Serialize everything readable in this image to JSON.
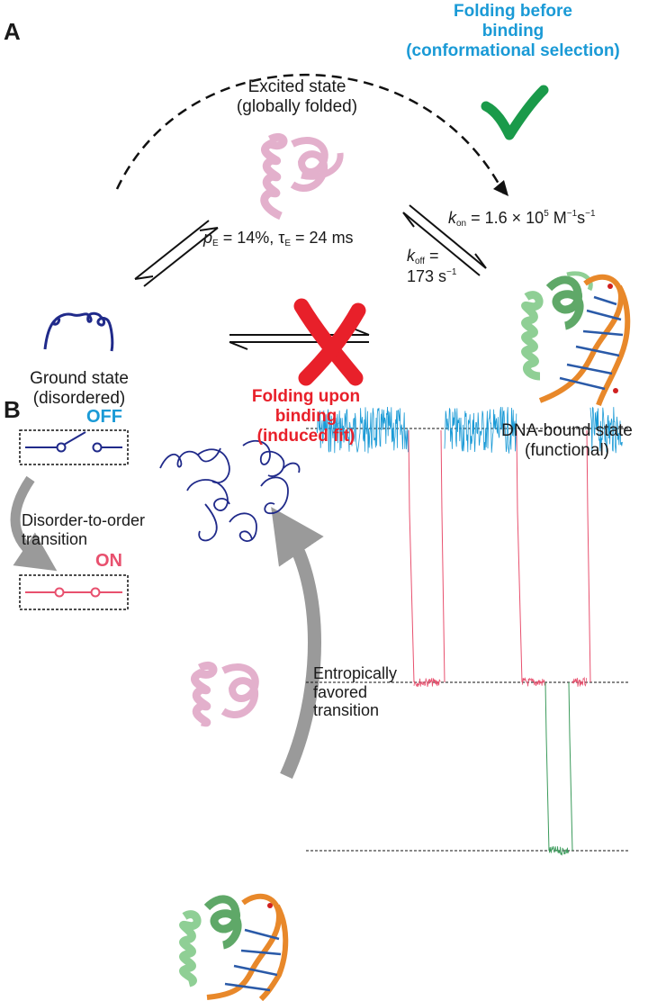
{
  "panel_a": {
    "letter": "A",
    "conformational_selection": [
      "Folding before",
      "binding",
      "(conformational selection)"
    ],
    "excited_state": [
      "Excited state",
      "(globally folded)"
    ],
    "pE_symbol": "p",
    "pE_sub": "E",
    "pE_value": " = 14%, ",
    "tau_symbol": "τ",
    "tau_sub": "E",
    "tau_value": " = 24 ms",
    "kon_symbol": "k",
    "kon_sub": "on",
    "kon_value": " = 1.6 × 10",
    "kon_exp": "5",
    "kon_units_m": " M",
    "kon_units_m_exp": "−1",
    "kon_units_s": "s",
    "kon_units_s_exp": "−1",
    "koff_symbol": "k",
    "koff_sub": "off",
    "koff_eq": " =",
    "koff_value": "173 s",
    "koff_exp": "−1",
    "ground_state": [
      "Ground state",
      "(disordered)"
    ],
    "induced_fit": [
      "Folding upon",
      "binding",
      "(induced fit)"
    ],
    "dna_bound": [
      "DNA-bound state",
      "(functional)"
    ]
  },
  "panel_b": {
    "letter": "B",
    "off_label": "OFF",
    "on_label": "ON",
    "disorder_to_order": [
      "Disorder-to-order",
      "transition"
    ],
    "entropic": [
      "Entropically",
      "favored",
      "transition"
    ]
  },
  "colors": {
    "blue_title": "#1a9ad6",
    "red_title": "#e8202a",
    "check": "#1a9a4a",
    "off_trace": "#1a9ad6",
    "on_trace": "#e8506e",
    "bound_trace": "#3a9a5a",
    "protein_pink": "#e3b0cc",
    "protein_green": "#8fcf95",
    "dna_orange": "#e8882a",
    "disordered_navy": "#202a8a",
    "arrow_gray": "#9a9a9a"
  }
}
